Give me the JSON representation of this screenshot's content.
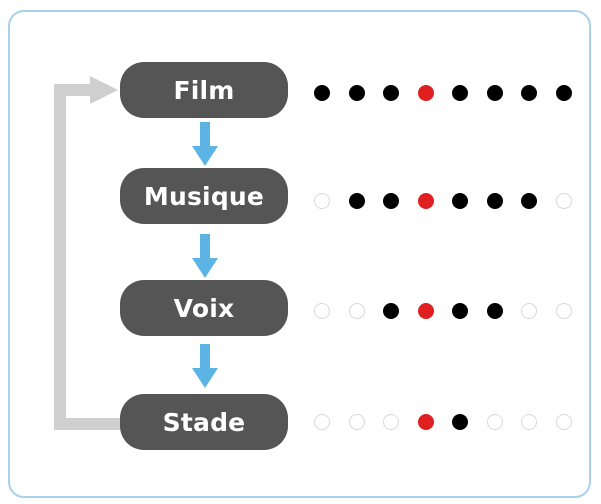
{
  "modes": [
    {
      "label": "Film",
      "dots": [
        "on",
        "on",
        "on",
        "center",
        "on",
        "on",
        "on",
        "on"
      ]
    },
    {
      "label": "Musique",
      "dots": [
        "off",
        "on",
        "on",
        "center",
        "on",
        "on",
        "on",
        "off"
      ]
    },
    {
      "label": "Voix",
      "dots": [
        "off",
        "off",
        "on",
        "center",
        "on",
        "on",
        "off",
        "off"
      ]
    },
    {
      "label": "Stade",
      "dots": [
        "off",
        "off",
        "off",
        "center",
        "on",
        "off",
        "off",
        "off"
      ]
    }
  ],
  "colors": {
    "pill": "#555555",
    "down_arrow": "#5bb4e4",
    "loop_arrow": "#cfcfcf",
    "dot_on": "#000000",
    "dot_center": "#e02020",
    "dot_off_border": "#d8d8d8",
    "frame_border": "#a9d1ec"
  },
  "icons": {
    "down_arrow": "arrow-down-icon",
    "loop_arrow": "loop-back-arrow-icon"
  }
}
